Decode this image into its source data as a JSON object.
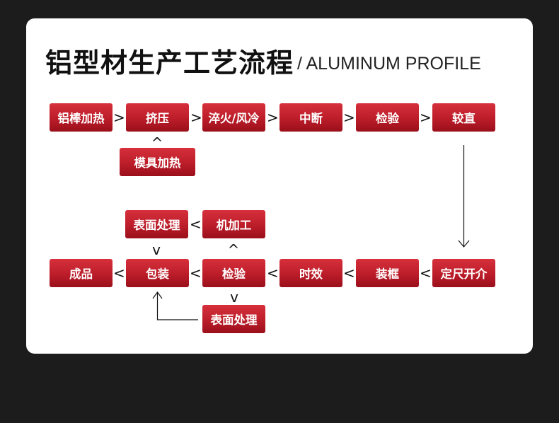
{
  "title": "铝型材生产工艺流程",
  "subtitle": "/ ALUMINUM PROFILE",
  "steps": {
    "aluminum_bar_heating": "铝棒加热",
    "extrusion": "挤压",
    "quench": "淬火/风冷",
    "break": "中断",
    "inspect_1": "检验",
    "straighten": "较直",
    "mold_heating": "模具加热",
    "surface_1": "表面处理",
    "machining": "机加工",
    "cut_to_length": "定尺开介",
    "framing": "装框",
    "aging": "时效",
    "inspect_2": "检验",
    "packaging": "包装",
    "finished": "成品",
    "surface_2": "表面处理"
  },
  "symbols": {
    "gt": ">",
    "lt": "<",
    "up": "^",
    "down": "v"
  }
}
